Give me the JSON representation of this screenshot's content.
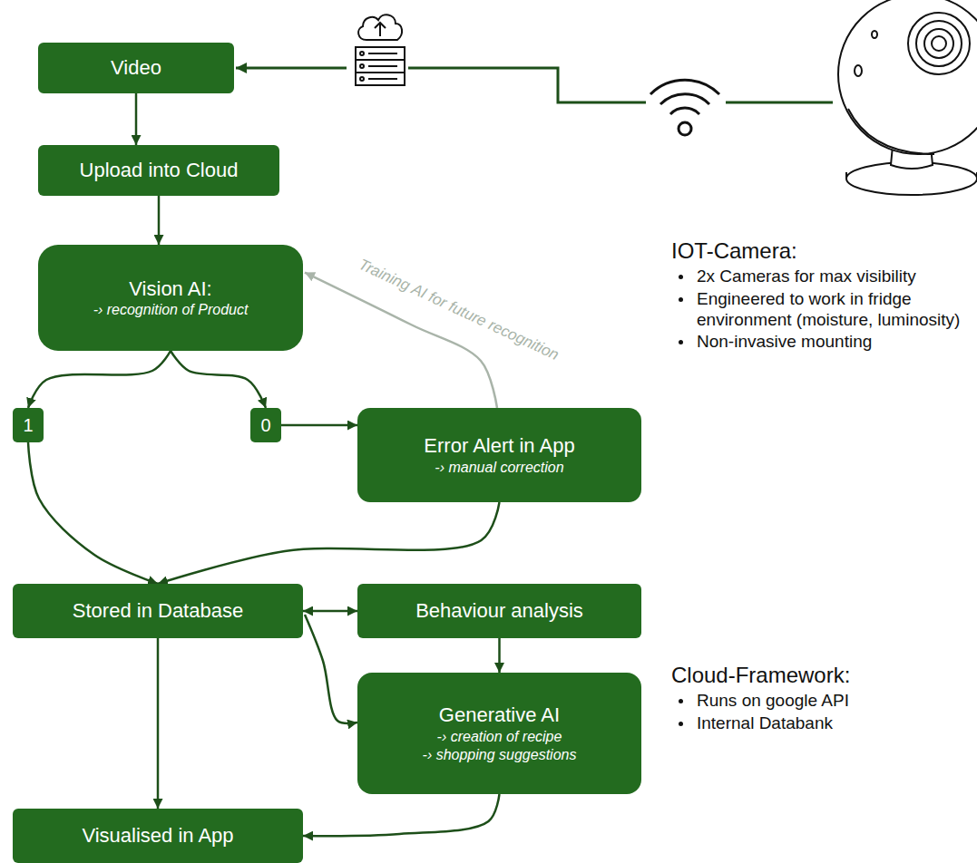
{
  "diagram": {
    "nodes": [
      {
        "text": [
          "Video"
        ]
      },
      {
        "text": [
          "Upload into Cloud"
        ]
      },
      {
        "text": [
          "Vision AI:",
          "-› recognition of Product"
        ]
      },
      {
        "text": [
          "1"
        ]
      },
      {
        "text": [
          "0"
        ]
      },
      {
        "text": [
          "Error Alert in App",
          "-› manual correction"
        ]
      },
      {
        "text": [
          "Stored in Database"
        ]
      },
      {
        "text": [
          "Behaviour analysis"
        ]
      },
      {
        "text": [
          "Generative AI",
          "-› creation of recipe",
          "-› shopping suggestions"
        ]
      },
      {
        "text": [
          "Visualised in App"
        ]
      }
    ],
    "edges": [
      {
        "from": 0,
        "to": 1,
        "arrow": "to"
      },
      {
        "from": 1,
        "to": 2,
        "arrow": "to"
      },
      {
        "from": 2,
        "to": 3,
        "arrow": "to"
      },
      {
        "from": 2,
        "to": 4,
        "arrow": "to"
      },
      {
        "from": 4,
        "to": 5,
        "arrow": "to"
      },
      {
        "from": 5,
        "to": 2,
        "label": "Training AI for future recognition",
        "arrow": "to"
      },
      {
        "from": 3,
        "to": 6,
        "arrow": "to"
      },
      {
        "from": 5,
        "to": 6,
        "arrow": "to"
      },
      {
        "from": 6,
        "to": 7,
        "arrow": "both"
      },
      {
        "from": 7,
        "to": 8,
        "arrow": "to"
      },
      {
        "from": 6,
        "to": 8,
        "arrow": "to"
      },
      {
        "from": 6,
        "to": 9,
        "arrow": "to"
      },
      {
        "from": 8,
        "to": 9,
        "arrow": "to"
      }
    ],
    "labels": [
      "IOT-Camera:",
      "2x Cameras for max visibility",
      "Engineered to work in fridge environment (moisture, luminosity)",
      "Non-invasive mounting",
      "Cloud-Framework:",
      "Runs on google API",
      "Internal Databank"
    ]
  }
}
